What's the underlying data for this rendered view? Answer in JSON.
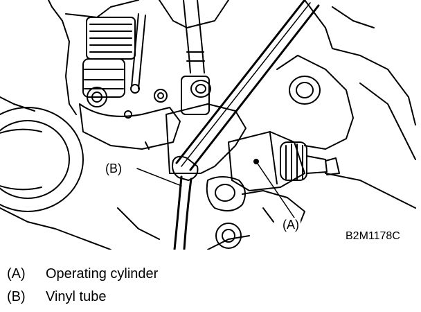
{
  "diagram": {
    "callouts": {
      "a": "(A)",
      "b": "(B)"
    },
    "figure_id": "B2M1178C"
  },
  "legend": [
    {
      "key": "(A)",
      "text": "Operating cylinder"
    },
    {
      "key": "(B)",
      "text": "Vinyl tube"
    }
  ],
  "colors": {
    "ink": "#000000",
    "paper": "#ffffff"
  }
}
